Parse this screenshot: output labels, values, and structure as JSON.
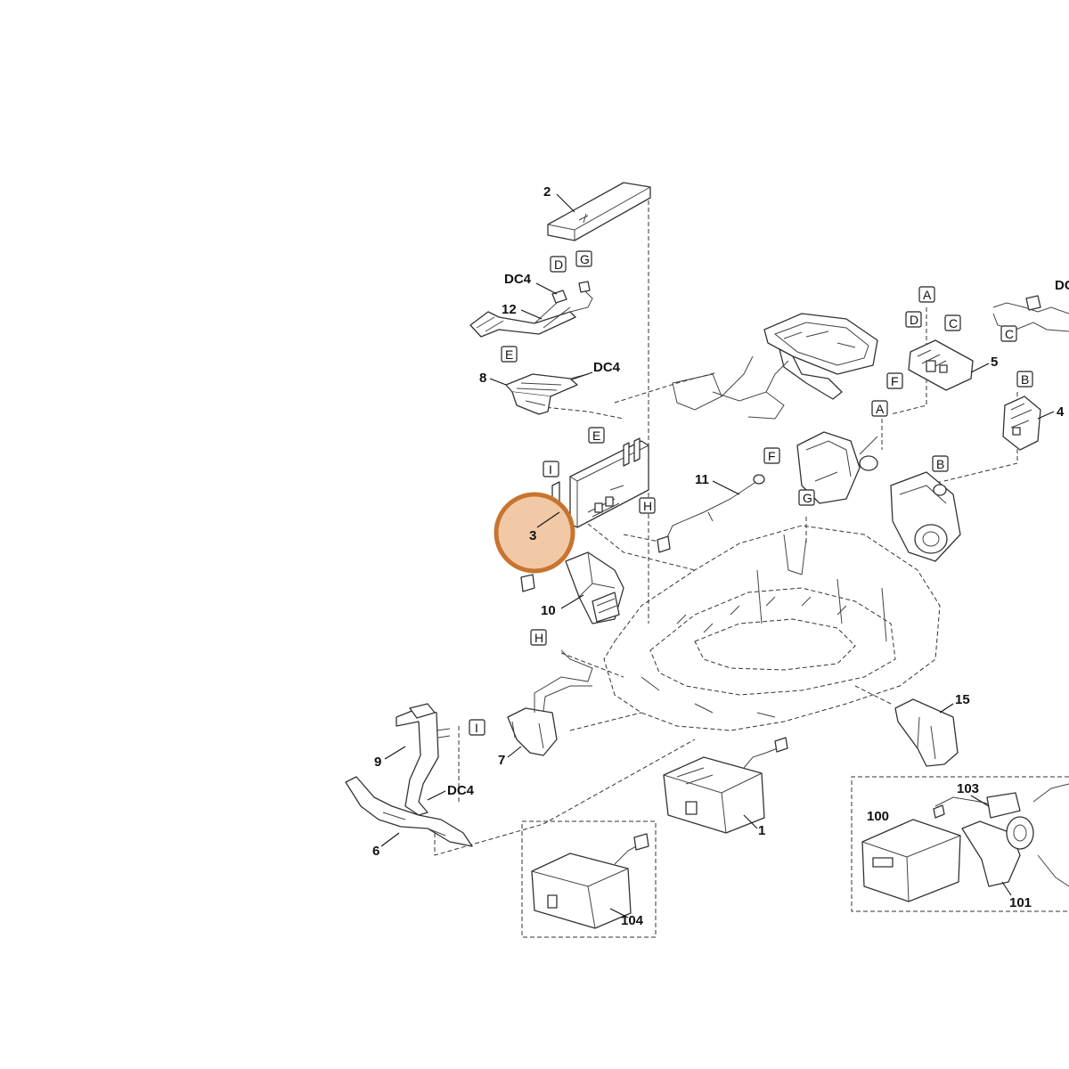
{
  "callouts": {
    "c2": "2",
    "c12": "12",
    "c8": "8",
    "c3": "3",
    "c11": "11",
    "c10": "10",
    "c5": "5",
    "c4": "4",
    "c15": "15",
    "c9": "9",
    "c7": "7",
    "c6": "6",
    "c1": "1",
    "c104": "104",
    "c100": "100",
    "c103": "103",
    "c101": "101"
  },
  "connectors": {
    "dc4_12": "DC4",
    "dc4_8": "DC4",
    "dc4_9": "DC4",
    "dc4_right": "DC"
  },
  "letters": {
    "D_top": "D",
    "G_top": "G",
    "E_12": "E",
    "E_board": "E",
    "I_board": "I",
    "H_board": "H",
    "F_11": "F",
    "A_top": "A",
    "D_5": "D",
    "C_5": "C",
    "F_5": "F",
    "A_mid": "A",
    "B_4": "B",
    "C_right": "C",
    "B_mid": "B",
    "G_mid": "G",
    "H_7": "H",
    "I_9": "I"
  },
  "highlight": {
    "color": "#c8742f",
    "fill": "#f2c9a6"
  }
}
